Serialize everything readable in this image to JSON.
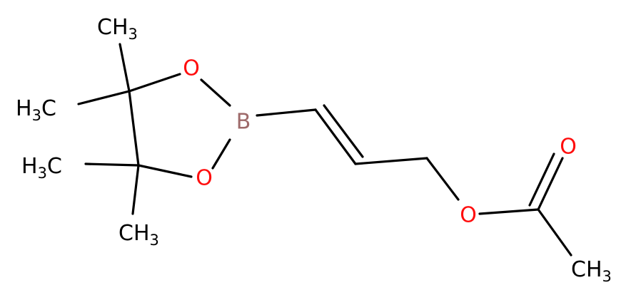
{
  "colors": {
    "carbon": "#000000",
    "oxygen": "#ff0d0d",
    "boron": "#9e6a6a",
    "background": "#ffffff"
  },
  "atoms": {
    "B": "B",
    "O_ring_top": "O",
    "O_ring_bottom": "O",
    "O_ester": "O",
    "O_carbonyl": "O"
  },
  "groups": {
    "ch3_top": {
      "main": "CH",
      "sub": "3"
    },
    "h3c_upper_left": {
      "main1": "H",
      "sub": "3",
      "main2": "C"
    },
    "h3c_lower_left": {
      "main1": "H",
      "sub": "3",
      "main2": "C"
    },
    "ch3_bottom_left": {
      "main": "CH",
      "sub": "3"
    },
    "ch3_acetyl": {
      "main": "CH",
      "sub": "3"
    }
  }
}
